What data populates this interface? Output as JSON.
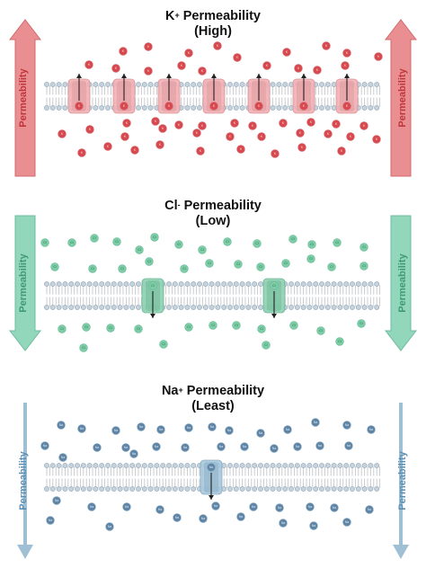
{
  "sections": [
    {
      "id": "k",
      "title_ion": "K",
      "title_charge": "+",
      "title_rest": " Permeability",
      "subtitle": "(High)",
      "ion_label": "K",
      "arrow_label": "Permeability",
      "direction": "up",
      "colors": {
        "arrow": "#e98f92",
        "arrow_dark": "#d36a6f",
        "ion": "#d8494f",
        "ion_text": "#ffd9d9",
        "label": "#c0353b",
        "channel": "#f1b1b4",
        "channel_dark": "#db8a8f"
      }
    },
    {
      "id": "cl",
      "title_ion": "Cl",
      "title_charge": "-",
      "title_rest": " Permeability",
      "subtitle": "(Low)",
      "ion_label": "Cl",
      "arrow_label": "Permeability",
      "direction": "down",
      "colors": {
        "arrow": "#92d6bb",
        "arrow_dark": "#6cbd9e",
        "ion": "#7ccda5",
        "ion_text": "#1f6a48",
        "label": "#3f9a74",
        "channel": "#8fd1b2",
        "channel_dark": "#5fae8b"
      }
    },
    {
      "id": "na",
      "title_ion": "Na",
      "title_charge": "+",
      "title_rest": " Permeability",
      "subtitle": "(Least)",
      "ion_label": "Na",
      "arrow_label": "Permeability",
      "direction": "down",
      "colors": {
        "arrow": "#9fc0d4",
        "arrow_dark": "#7fa6bd",
        "ion": "#5f84a6",
        "ion_text": "#dbe8f3",
        "label": "#5a8fb3",
        "channel": "#a9c8dc",
        "channel_dark": "#7ba3bd"
      }
    }
  ]
}
